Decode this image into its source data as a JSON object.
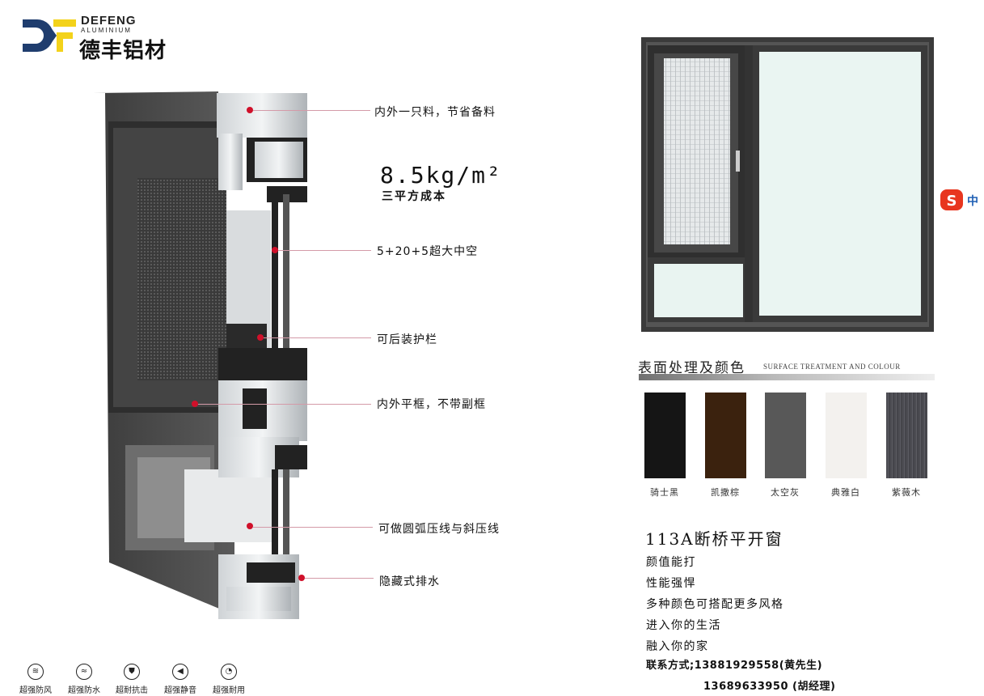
{
  "brand": {
    "name_en": "DEFENG",
    "sub_en": "ALUMINIUM",
    "name_cn": "德丰铝材",
    "colors": {
      "navy": "#1f3d6e",
      "yellow": "#f3d21a"
    }
  },
  "callouts": [
    {
      "text": "内外一只料，节省备料"
    },
    {
      "text": "5+20+5超大中空"
    },
    {
      "text": "可后装护栏"
    },
    {
      "text": "内外平框，不带副框"
    },
    {
      "text": "可做圆弧压线与斜压线"
    },
    {
      "text": "隐藏式排水"
    }
  ],
  "weight": {
    "value": "8.5kg/m²",
    "caption": "三平方成本"
  },
  "features": [
    {
      "label": "超强防风",
      "icon": "wind-icon",
      "glyph": "≋"
    },
    {
      "label": "超强防水",
      "icon": "water-icon",
      "glyph": "≈"
    },
    {
      "label": "超耐抗击",
      "icon": "shield-icon",
      "glyph": "⛊"
    },
    {
      "label": "超强静音",
      "icon": "speaker-icon",
      "glyph": "◀"
    },
    {
      "label": "超强耐用",
      "icon": "gauge-icon",
      "glyph": "◔"
    }
  ],
  "ime": {
    "label": "中",
    "colors": {
      "red": "#e8361f"
    }
  },
  "surface": {
    "title_cn": "表面处理及颜色",
    "title_en": "SURFACE TREATMENT AND COLOUR",
    "swatches": [
      {
        "name": "骑士黑",
        "color": "#151515"
      },
      {
        "name": "凯撒棕",
        "color": "#3b220e"
      },
      {
        "name": "太空灰",
        "color": "#585858"
      },
      {
        "name": "典雅白",
        "color": "#f3f1ee"
      },
      {
        "name": "紫薇木",
        "color": "#4c4c52"
      }
    ]
  },
  "product": {
    "title": "113A断桥平开窗",
    "lines": [
      "颜值能打",
      "性能强悍",
      "多种颜色可搭配更多风格",
      "进入你的生活",
      "融入你的家"
    ],
    "contact_label": "联系方式;",
    "contact_1": "13881929558(黄先生)",
    "contact_2": "13689633950 (胡经理)"
  }
}
